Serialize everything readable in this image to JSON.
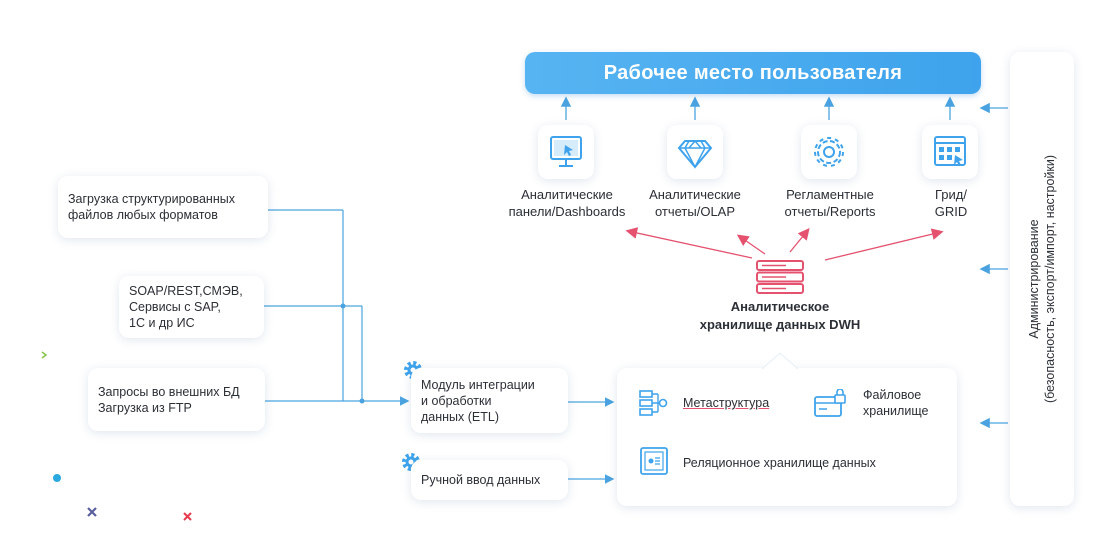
{
  "header": {
    "title": "Рабочее место пользователя"
  },
  "tools": [
    {
      "label_line1": "Аналитические",
      "label_line2": "панели/Dashboards",
      "icon": "dashboard-monitor-icon"
    },
    {
      "label_line1": "Аналитические",
      "label_line2": "отчеты/OLAP",
      "icon": "diamond-icon"
    },
    {
      "label_line1": "Регламентные",
      "label_line2": "отчеты/Reports",
      "icon": "gear-icon"
    },
    {
      "label_line1": "Грид/",
      "label_line2": "GRID",
      "icon": "grid-icon"
    }
  ],
  "dwh": {
    "line1": "Аналитическое",
    "line2": "хранилище данных DWH",
    "icon": "server-icon"
  },
  "sources": [
    {
      "line1": "Загрузка структурированных",
      "line2": "файлов любых форматов",
      "line3": ""
    },
    {
      "line1": "SOAP/REST,СМЭВ,",
      "line2": "Сервисы с SAP,",
      "line3": "1С и др ИС"
    },
    {
      "line1": "Запросы во внешних БД",
      "line2": "Загрузка из FTP",
      "line3": ""
    }
  ],
  "etl": {
    "line1": "Модуль интеграции",
    "line2": "и обработки",
    "line3": "данных (ETL)"
  },
  "manual": {
    "label": "Ручной ввод данных"
  },
  "storage": {
    "meta": "Метаструктура",
    "file_line1": "Файловое",
    "file_line2": "хранилище",
    "relational": "Реляционное хранилище данных"
  },
  "admin": {
    "line1": "Администрирование",
    "line2": "(безопасность, экспорт/импорт, настройки)"
  },
  "colors": {
    "accent_blue": "#3ea3ec",
    "arrow_red": "#e5526f",
    "line_blue": "#4aa3e0"
  }
}
